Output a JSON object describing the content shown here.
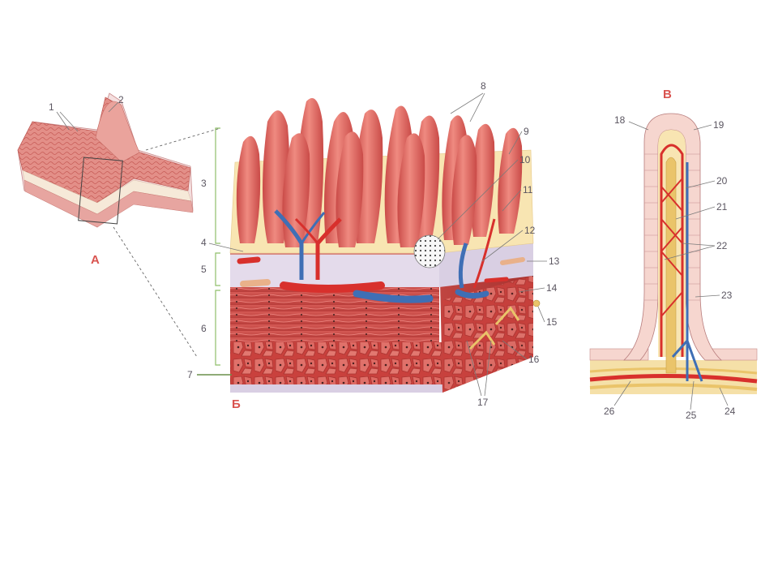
{
  "panels": {
    "a": "А",
    "b": "Б",
    "c": "В"
  },
  "labels": {
    "n1": "1",
    "n2": "2",
    "n3": "3",
    "n4": "4",
    "n5": "5",
    "n6": "6",
    "n7": "7",
    "n8": "8",
    "n9": "9",
    "n10": "10",
    "n11": "11",
    "n12": "12",
    "n13": "13",
    "n14": "14",
    "n15": "15",
    "n16": "16",
    "n17": "17",
    "n18": "18",
    "n19": "19",
    "n20": "20",
    "n21": "21",
    "n22": "22",
    "n23": "23",
    "n24": "24",
    "n25": "25",
    "n26": "26"
  },
  "colors": {
    "mucosa_pink": "#e9877f",
    "villus_red": "#e0605a",
    "lamina_yellow": "#f6e2a8",
    "submucosa_lilac": "#d9cfe3",
    "muscle_red": "#d9534f",
    "artery_red": "#d8302c",
    "vein_blue": "#3f6fb5",
    "lacteal_yellow": "#eac46a",
    "accent_letter": "#d9534f",
    "bracket_green": "#8fbf6a"
  }
}
